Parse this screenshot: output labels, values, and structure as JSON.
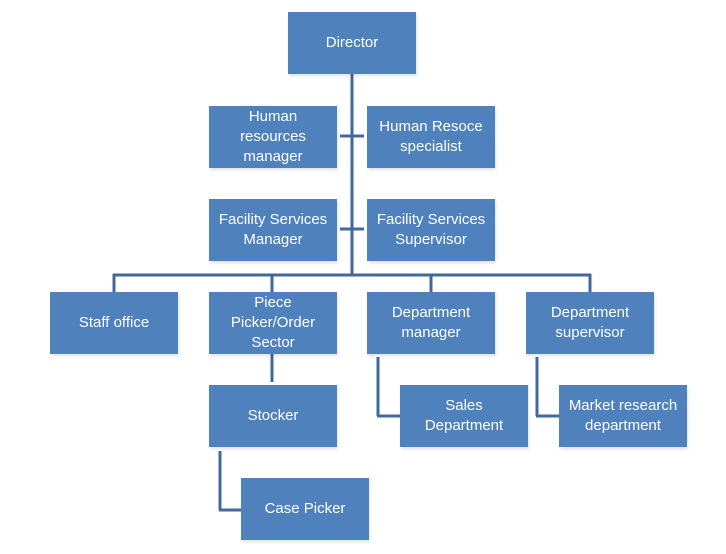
{
  "diagram": {
    "type": "org-chart",
    "colors": {
      "box_fill": "#4F81BD",
      "box_text": "#FFFFFF",
      "connector": "#41699C"
    },
    "nodes": [
      {
        "id": "director",
        "label": "Director"
      },
      {
        "id": "hr-manager",
        "label": "Human\nresources\nmanager",
        "parent": "director",
        "relation": "assistant"
      },
      {
        "id": "hr-specialist",
        "label": "Human Resoce\nspecialist",
        "parent": "director",
        "relation": "assistant"
      },
      {
        "id": "facility-manager",
        "label": "Facility Services\nManager",
        "parent": "director",
        "relation": "assistant"
      },
      {
        "id": "facility-supervisor",
        "label": "Facility Services\nSupervisor",
        "parent": "director",
        "relation": "assistant"
      },
      {
        "id": "staff-office",
        "label": "Staff office",
        "parent": "director",
        "relation": "subordinate"
      },
      {
        "id": "piece-picker",
        "label": "Piece\nPicker/Order\nSector",
        "parent": "director",
        "relation": "subordinate"
      },
      {
        "id": "department-manager",
        "label": "Department\nmanager",
        "parent": "director",
        "relation": "subordinate"
      },
      {
        "id": "department-supervisor",
        "label": "Department\nsupervisor",
        "parent": "director",
        "relation": "subordinate"
      },
      {
        "id": "stocker",
        "label": "Stocker",
        "parent": "piece-picker",
        "relation": "subordinate"
      },
      {
        "id": "case-picker",
        "label": "Case Picker",
        "parent": "stocker",
        "relation": "subordinate"
      },
      {
        "id": "sales-department",
        "label": "Sales\nDepartment",
        "parent": "department-manager",
        "relation": "subordinate"
      },
      {
        "id": "market-research",
        "label": "Market research\ndepartment",
        "parent": "department-supervisor",
        "relation": "subordinate"
      }
    ]
  }
}
